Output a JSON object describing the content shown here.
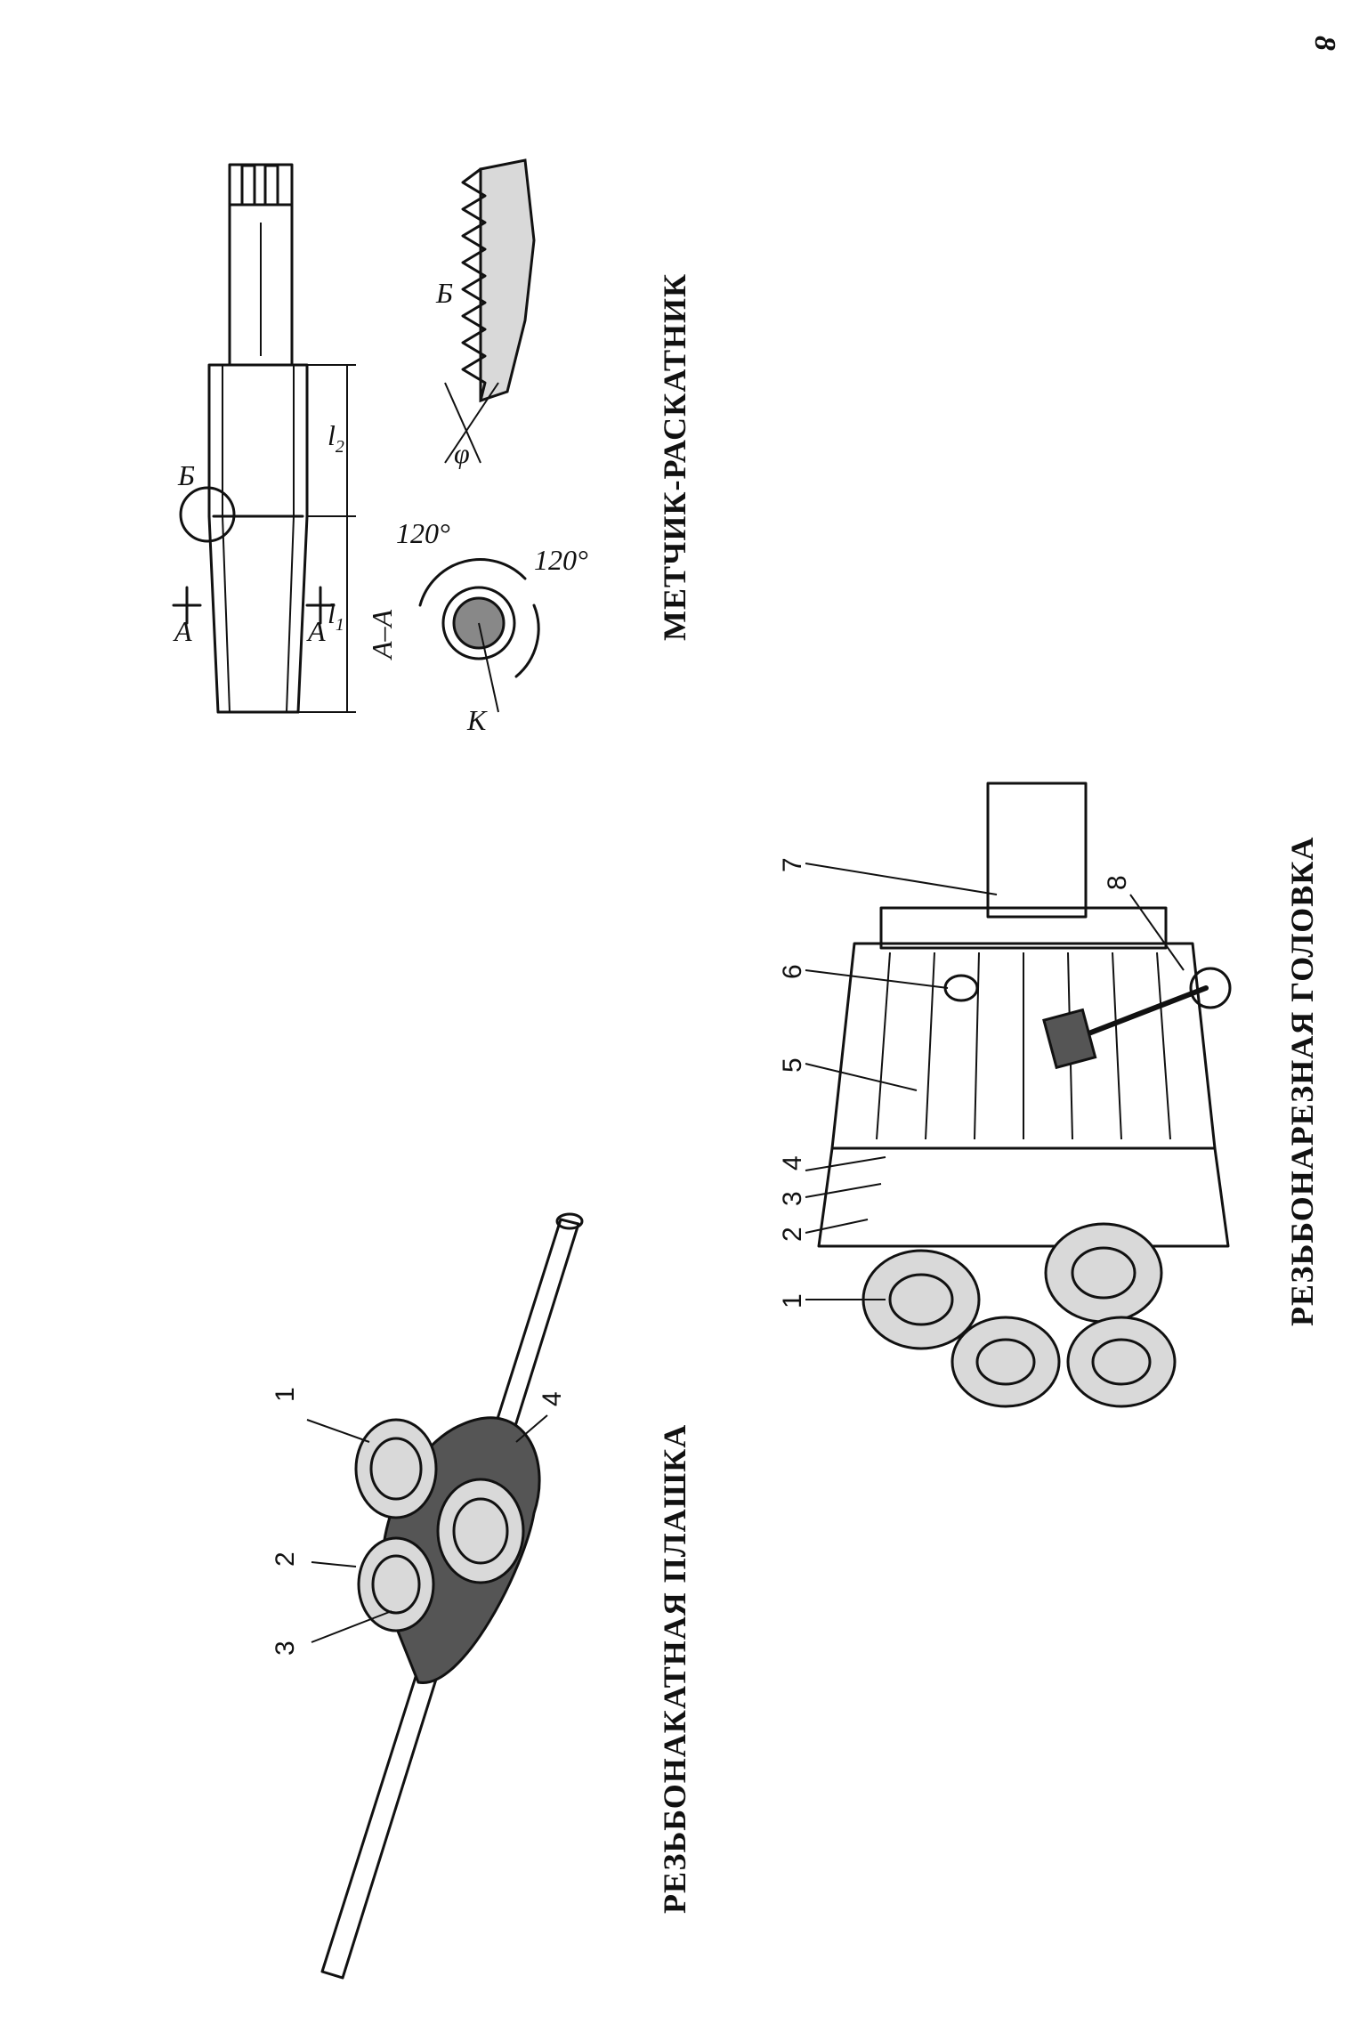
{
  "page_number": "8",
  "tap": {
    "caption": "МЕТЧИК-РАСКАТНИК",
    "labels": {
      "section_mark_top": "А",
      "section_mark_bottom": "А",
      "detail_mark": "Б",
      "detail_title": "Б",
      "l1": "l",
      "l1_sub": "1",
      "l2": "l",
      "l2_sub": "2",
      "section_title": "А–А",
      "angle_top": "120°",
      "angle_bottom": "120°",
      "k": "К",
      "phi": "φ"
    }
  },
  "roll_die": {
    "caption": "РЕЗЬБОНАКАТНАЯ ПЛАШКА",
    "callouts": [
      "1",
      "2",
      "3",
      "4"
    ]
  },
  "thread_head": {
    "caption": "РЕЗЬБОНАРЕЗНАЯ ГОЛОВКА",
    "callouts": [
      "1",
      "2",
      "3",
      "4",
      "5",
      "6",
      "7",
      "8"
    ]
  }
}
